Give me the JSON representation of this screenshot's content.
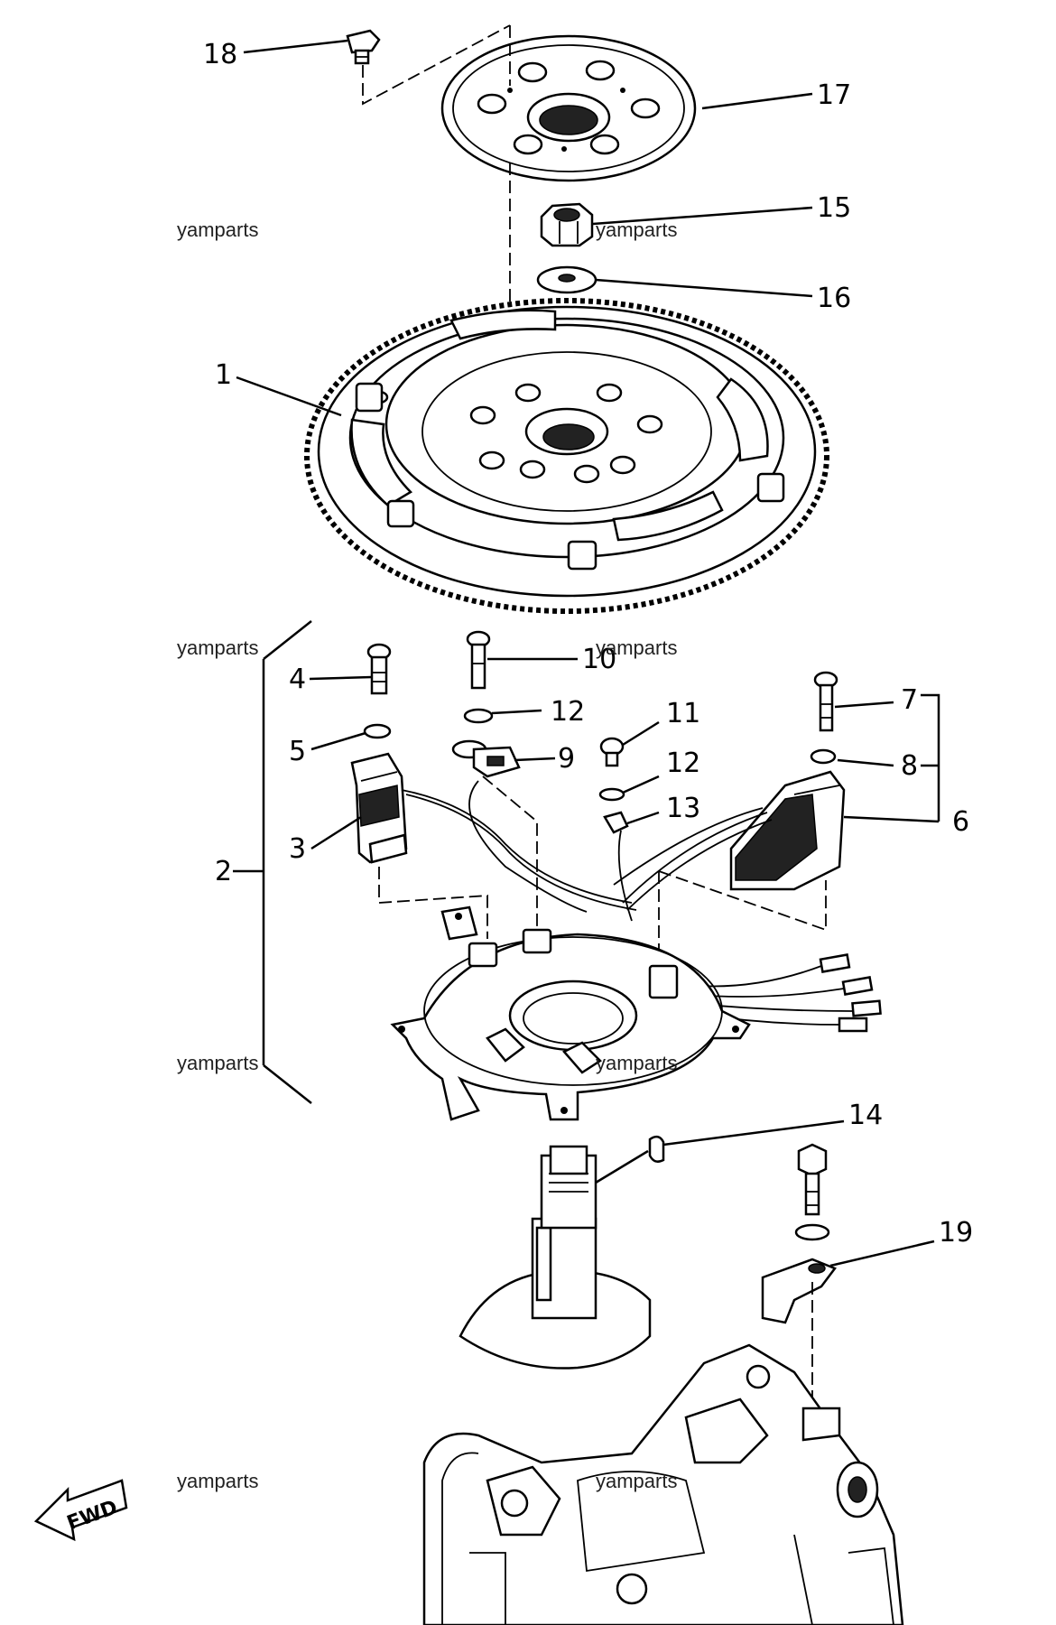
{
  "callouts": {
    "c1": "1",
    "c2": "2",
    "c3": "3",
    "c4": "4",
    "c5": "5",
    "c6": "6",
    "c7": "7",
    "c8": "8",
    "c9": "9",
    "c10": "10",
    "c11": "11",
    "c12a": "12",
    "c12b": "12",
    "c13": "13",
    "c14": "14",
    "c15": "15",
    "c16": "16",
    "c17": "17",
    "c18": "18",
    "c19": "19"
  },
  "watermarks": [
    "yamparts",
    "yamparts",
    "yamparts",
    "yamparts",
    "yamparts",
    "yamparts",
    "yamparts",
    "yamparts"
  ],
  "fwd_label": "FWD"
}
